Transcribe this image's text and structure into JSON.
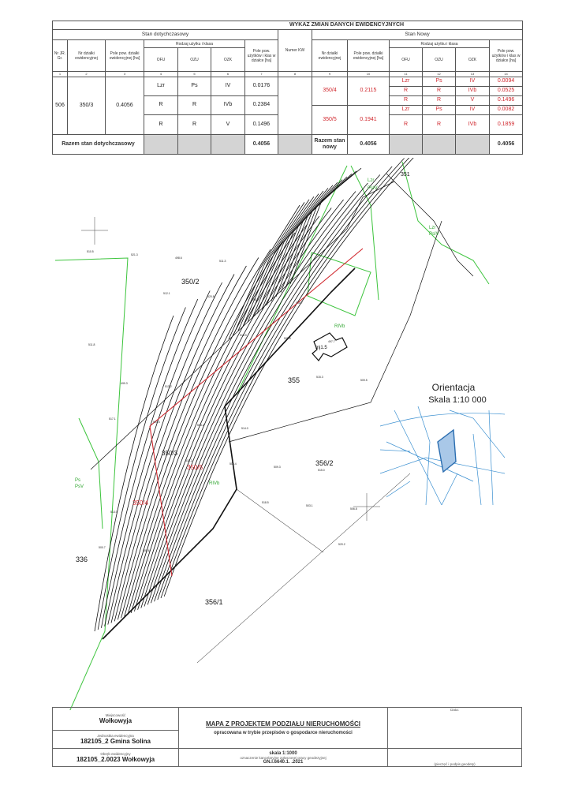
{
  "table": {
    "title": "WYKAZ ZMIAN DANYCH EWIDENCYJNYCH",
    "old_section": "Stan dotychczasowy",
    "new_section": "Stan Nowy",
    "headers": {
      "nr_jr": "Nr JR. Gr.",
      "nr_dzialki": "Nr działki ewidencyjnej",
      "pole_old": "Pole pow. działki ewidencyjnej [ha]",
      "rodzaj": "Rodzaj użytku i klasa",
      "ofu": "OFU",
      "ozu": "OZU",
      "ozk": "OZK",
      "pole_uzytkow": "Pole pow. użytków i klas w działce [ha]",
      "numer_kw": "Numer KW",
      "pole_new": "Pole pow. działki ewidencyjnej [ha]"
    },
    "col_numbers": [
      "1",
      "2",
      "3",
      "4",
      "5",
      "6",
      "7",
      "8",
      "9",
      "10",
      "11",
      "12",
      "13",
      "14"
    ],
    "old": {
      "nr_jr": "506",
      "parcel": "350/3",
      "area": "0.4056",
      "rows": [
        [
          "Lzr",
          "Ps",
          "IV",
          "0.0176"
        ],
        [
          "R",
          "R",
          "IVb",
          "0.2384"
        ],
        [
          "R",
          "R",
          "V",
          "0.1496"
        ]
      ]
    },
    "new": [
      {
        "parcel": "350/4",
        "area": "0.2115",
        "rows": [
          [
            "Lzr",
            "Ps",
            "IV",
            "0.0094"
          ],
          [
            "R",
            "R",
            "IVb",
            "0.0525"
          ],
          [
            "R",
            "R",
            "V",
            "0.1496"
          ]
        ]
      },
      {
        "parcel": "350/5",
        "area": "0.1941",
        "rows": [
          [
            "Lzr",
            "Ps",
            "IV",
            "0.0082"
          ],
          [
            "R",
            "R",
            "IVb",
            "0.1859"
          ]
        ]
      }
    ],
    "total_old_label": "Razem stan dotychczasowy",
    "total_old": "0.4056",
    "total_new_label": "Razem stan nowy",
    "total_new": "0.4056",
    "total_new2": "0.4056"
  },
  "map": {
    "parcels": {
      "p350_2": "350/2",
      "p355": "355",
      "p356_2": "356/2",
      "p356_1": "356/1",
      "p336": "336",
      "p350_3": "350/3",
      "p350_4": "350/4",
      "p350_5": "350/5",
      "p351": "351"
    },
    "landuse": {
      "a": "Lzr",
      "b": "PsIV",
      "c": "RIVb",
      "d": "Ps",
      "e": "PsV",
      "f": "RIVb",
      "g": "Lzr",
      "h": "PsIV"
    },
    "building": "mj1.5",
    "elevations": [
      "510.5",
      "512.1",
      "513.9",
      "515.3",
      "517.1",
      "518.2",
      "518.5",
      "520.2",
      "521.3",
      "520.8",
      "508.5",
      "509.5",
      "507.4",
      "505.4",
      "503.1",
      "500.7",
      "498.6",
      "496.5",
      "497.7",
      "499.3",
      "508.2",
      "509.3",
      "506.8",
      "505.6",
      "511.3",
      "510.7",
      "511.8",
      "513.2",
      "514.0",
      "515.0",
      "513.0"
    ],
    "orientation_title": "Orientacja",
    "orientation_scale": "Skala 1:10 000"
  },
  "titleblock": {
    "miejscowosc_label": "Miejscowość",
    "miejscowosc": "Wołkowyja",
    "jednostka_label": "Jednostka ewidencyjna",
    "jednostka": "182105_2 Gmina Solina",
    "obreb_label": "Obręb ewidencyjny",
    "obreb": "182105_2.0023 Wołkowyja",
    "title": "MAPA Z PROJEKTEM PODZIAŁU NIERUCHOMOŚCI",
    "subtitle": "opracowana w trybie przepisów o gospodarce nieruchomości",
    "scale": "skala 1:1000",
    "ozn_label": "oznaczenie kancelaryjne zgłoszonej pracy geodezyjnej",
    "ozn": "GN.I.6640.1.    .2021",
    "data_label": "Data:",
    "sign_label": "(pieczęć i podpis geodety)"
  }
}
